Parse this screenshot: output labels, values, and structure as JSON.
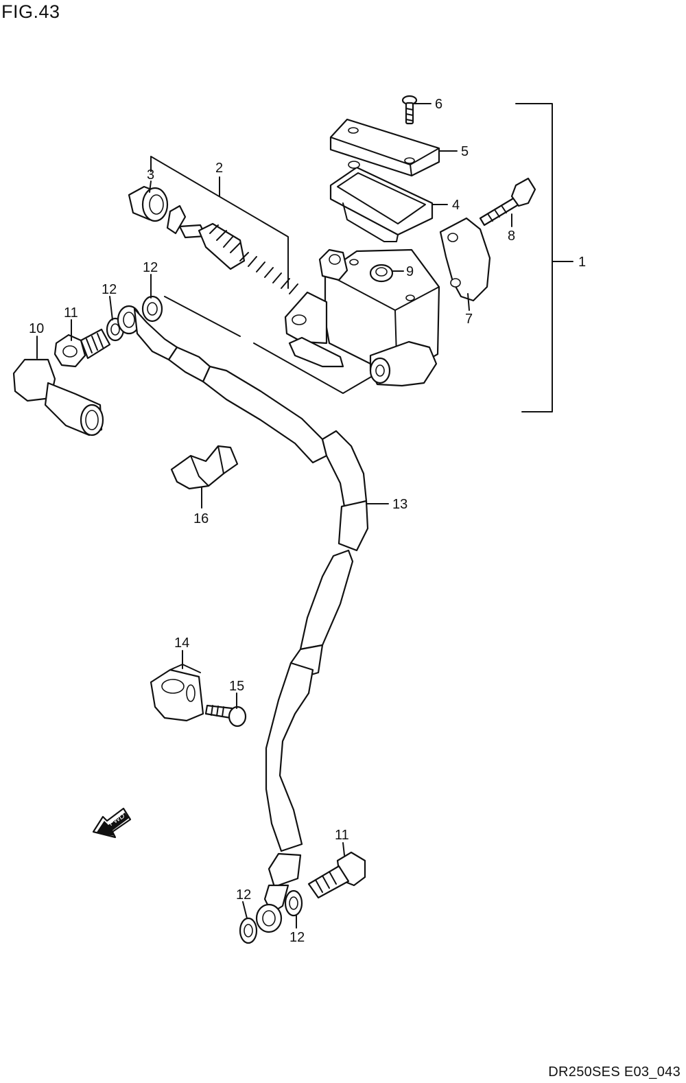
{
  "figure": {
    "title": "FIG.43",
    "code": "DR250SES E03_043",
    "fwd_label": "FWD"
  },
  "callouts": [
    {
      "id": "c1",
      "text": "1"
    },
    {
      "id": "c2",
      "text": "2"
    },
    {
      "id": "c3",
      "text": "3"
    },
    {
      "id": "c4",
      "text": "4"
    },
    {
      "id": "c5",
      "text": "5"
    },
    {
      "id": "c6",
      "text": "6"
    },
    {
      "id": "c7",
      "text": "7"
    },
    {
      "id": "c8",
      "text": "8"
    },
    {
      "id": "c9",
      "text": "9"
    },
    {
      "id": "c10",
      "text": "10"
    },
    {
      "id": "c11a",
      "text": "11"
    },
    {
      "id": "c12a",
      "text": "12"
    },
    {
      "id": "c12b",
      "text": "12"
    },
    {
      "id": "c13",
      "text": "13"
    },
    {
      "id": "c14",
      "text": "14"
    },
    {
      "id": "c15",
      "text": "15"
    },
    {
      "id": "c16",
      "text": "16"
    },
    {
      "id": "c11b",
      "text": "11"
    },
    {
      "id": "c12c",
      "text": "12"
    },
    {
      "id": "c12d",
      "text": "12"
    }
  ]
}
